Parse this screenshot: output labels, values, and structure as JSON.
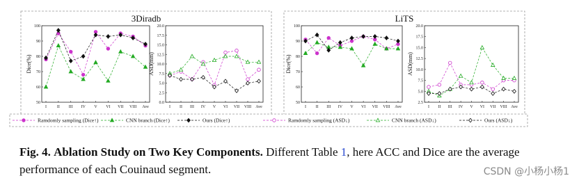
{
  "figure": {
    "groups": [
      {
        "title": "3Diradb"
      },
      {
        "title": "LiTS"
      }
    ],
    "legend": [
      {
        "label": "Ramdomly sampling (Dice",
        "arrow": "↑",
        "close": ")"
      },
      {
        "label": "CNN branch (Dice",
        "arrow": "↑",
        "close": ")"
      },
      {
        "label": "Ours (Dice",
        "arrow": "↑",
        "close": ")"
      },
      {
        "label": "Ramdomly sampling (ASD",
        "arrow": "↓",
        "close": ")"
      },
      {
        "label": "CNN branch (ASD",
        "arrow": "↓",
        "close": ")"
      },
      {
        "label": "Ours (ASD",
        "arrow": "↓",
        "close": ")"
      }
    ]
  },
  "caption": {
    "label": "Fig. 4.",
    "title": "Ablation Study on Two Key Components.",
    "text_1": "Different Table",
    "ref": "1",
    "text_2": ", here ACC and Dice are the average performance of each Couinaud segment."
  },
  "watermark": "CSDN @小杨小杨1",
  "colors": {
    "random": "#cc33cc",
    "cnn": "#22aa22",
    "ours": "#111111"
  },
  "chart_data": [
    {
      "type": "line",
      "group": "3Diradb",
      "ylabel": "Dice(%)",
      "categories": [
        "I",
        "II",
        "III",
        "IV",
        "V",
        "VI",
        "VII",
        "VIII",
        "Ave"
      ],
      "ylim": [
        50,
        100
      ],
      "yticks": [
        50,
        60,
        70,
        80,
        90,
        100
      ],
      "series": [
        {
          "name": "Ramdomly sampling (Dice↑)",
          "key": "random",
          "values": [
            78,
            95,
            83,
            68,
            96,
            85,
            95,
            93,
            87
          ]
        },
        {
          "name": "CNN branch (Dice↑)",
          "key": "cnn",
          "values": [
            60,
            87,
            70,
            65,
            76,
            64,
            83,
            80,
            73
          ]
        },
        {
          "name": "Ours (Dice↑)",
          "key": "ours",
          "values": [
            79,
            97,
            77,
            80,
            94,
            93,
            94,
            92,
            88
          ]
        }
      ]
    },
    {
      "type": "line",
      "group": "3Diradb",
      "ylabel": "ASD(mm)",
      "categories": [
        "I",
        "II",
        "III",
        "IV",
        "V",
        "VI",
        "VII",
        "VIII",
        "Ave"
      ],
      "ylim": [
        0.0,
        20.0
      ],
      "yticks": [
        0.0,
        2.5,
        5.0,
        7.5,
        10.0,
        12.5,
        15.0,
        17.5,
        20.0
      ],
      "series": [
        {
          "name": "Ramdomly sampling (ASD↓)",
          "key": "random",
          "values": [
            7.0,
            8.0,
            6.0,
            10.5,
            4.5,
            13.0,
            13.5,
            6.0,
            8.5
          ]
        },
        {
          "name": "CNN branch (ASD↓)",
          "key": "cnn",
          "values": [
            7.5,
            8.5,
            12.0,
            10.0,
            11.0,
            12.0,
            12.0,
            10.5,
            10.5
          ]
        },
        {
          "name": "Ours (ASD↓)",
          "key": "ours",
          "values": [
            7.0,
            6.0,
            6.0,
            6.5,
            4.0,
            5.5,
            3.0,
            5.0,
            5.5
          ]
        }
      ]
    },
    {
      "type": "line",
      "group": "LiTS",
      "ylabel": "Dice(%)",
      "categories": [
        "I",
        "II",
        "III",
        "IV",
        "V",
        "VI",
        "VII",
        "VIII",
        "Ave"
      ],
      "ylim": [
        50,
        100
      ],
      "yticks": [
        50,
        60,
        70,
        80,
        90,
        100
      ],
      "series": [
        {
          "name": "Ramdomly sampling (Dice↑)",
          "key": "random",
          "values": [
            91,
            82,
            92,
            87,
            90,
            93,
            91,
            85,
            88
          ]
        },
        {
          "name": "CNN branch (Dice↑)",
          "key": "cnn",
          "values": [
            82,
            89,
            86,
            86,
            85,
            74,
            88,
            85,
            85
          ]
        },
        {
          "name": "Ours (Dice↑)",
          "key": "ours",
          "values": [
            90,
            94,
            84,
            89,
            92,
            93,
            93,
            92,
            90
          ]
        }
      ]
    },
    {
      "type": "line",
      "group": "LiTS",
      "ylabel": "ASD(mm)",
      "categories": [
        "I",
        "II",
        "III",
        "IV",
        "V",
        "VI",
        "VII",
        "VIII",
        "Ave"
      ],
      "ylim": [
        2.5,
        20.0
      ],
      "yticks": [
        2.5,
        5.0,
        7.5,
        10.0,
        12.5,
        15.0,
        17.5,
        20.0
      ],
      "series": [
        {
          "name": "Ramdomly sampling (ASD↓)",
          "key": "random",
          "values": [
            6.0,
            6.5,
            11.5,
            6.5,
            6.5,
            7.0,
            5.5,
            7.5,
            7.5
          ]
        },
        {
          "name": "CNN branch (ASD↓)",
          "key": "cnn",
          "values": [
            5.0,
            4.0,
            5.5,
            8.5,
            7.0,
            15.0,
            11.0,
            8.0,
            8.0
          ]
        },
        {
          "name": "Ours (ASD↓)",
          "key": "ours",
          "values": [
            4.5,
            4.5,
            5.5,
            6.0,
            5.5,
            6.0,
            4.5,
            5.5,
            5.0
          ]
        }
      ]
    }
  ]
}
